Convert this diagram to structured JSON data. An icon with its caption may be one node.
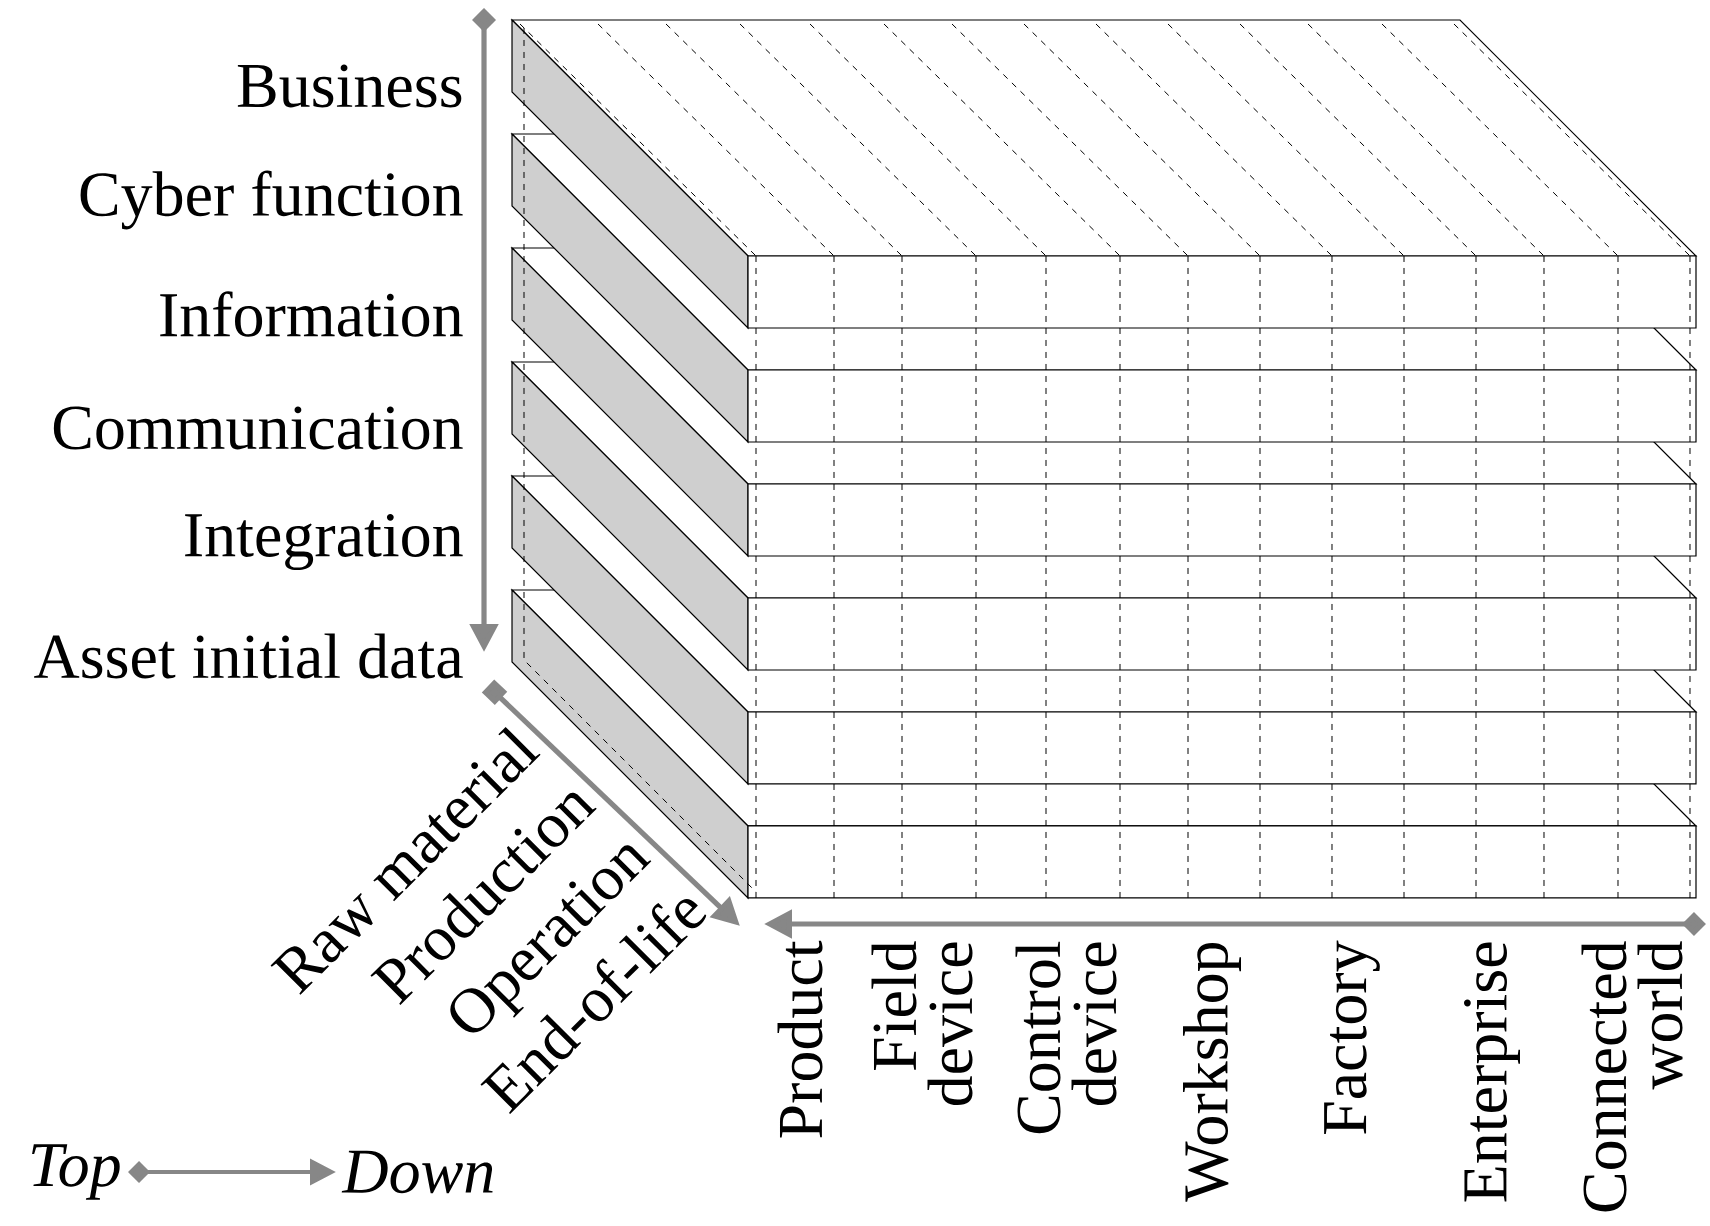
{
  "diagram": {
    "labels": [
      "Business",
      "Cyber function",
      "Information",
      "Communication",
      "Integration",
      "Asset initial data",
      "Raw material",
      "Production",
      "Operation",
      "End-of-life",
      "Product",
      "Field device",
      "Control device",
      "Workshop",
      "Factory",
      "Enterprise",
      "Connected world",
      "Top",
      "Down"
    ]
  }
}
